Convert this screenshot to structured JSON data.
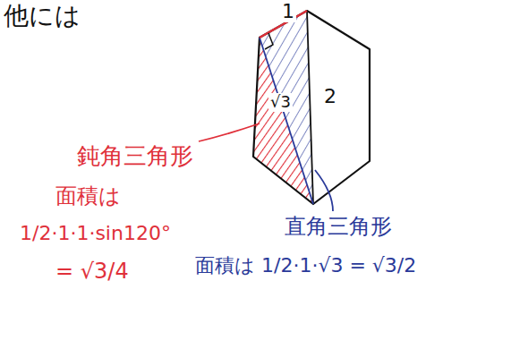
{
  "diagram": {
    "labels": [
      "他には",
      "1",
      "2",
      "√3",
      "鈍角三角形",
      "面積は",
      "1/2·1·1·sin120°",
      "= √3/4",
      "直角三角形",
      "面積は 1/2·1·√3 = √3/2"
    ]
  }
}
